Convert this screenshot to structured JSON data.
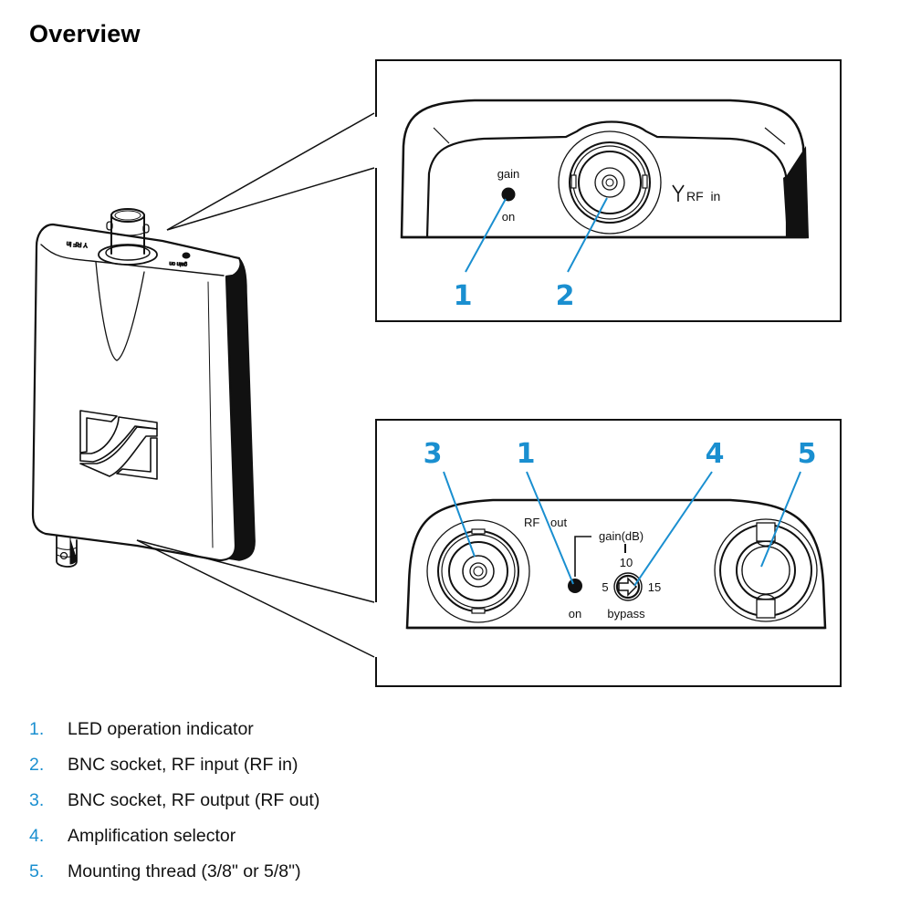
{
  "heading": "Overview",
  "colors": {
    "accent": "#1a8fd0",
    "line": "#111111"
  },
  "top_detail": {
    "labels": {
      "gain": "gain",
      "on": "on",
      "rf_in": "RF  in",
      "antenna_icon": "antenna-symbol"
    },
    "callouts": [
      "1",
      "2"
    ]
  },
  "bottom_detail": {
    "labels": {
      "rf_out_rf": "RF",
      "rf_out_out": "out",
      "gain_db": "gain(dB)",
      "gain_10": "10",
      "gain_5": "5",
      "gain_15": "15",
      "on": "on",
      "bypass": "bypass"
    },
    "callouts": [
      "3",
      "1",
      "4",
      "5"
    ]
  },
  "device_labels": {
    "rf_in_mirrored": "Y RF in",
    "gain_mirrored": "gain on"
  },
  "legend": [
    {
      "number": "1.",
      "text": "LED operation indicator"
    },
    {
      "number": "2.",
      "text": "BNC socket, RF input (RF in)"
    },
    {
      "number": "3.",
      "text": "BNC socket, RF output (RF out)"
    },
    {
      "number": "4.",
      "text": "Amplification selector"
    },
    {
      "number": "5.",
      "text": "Mounting thread (3/8\" or 5/8\")"
    }
  ]
}
